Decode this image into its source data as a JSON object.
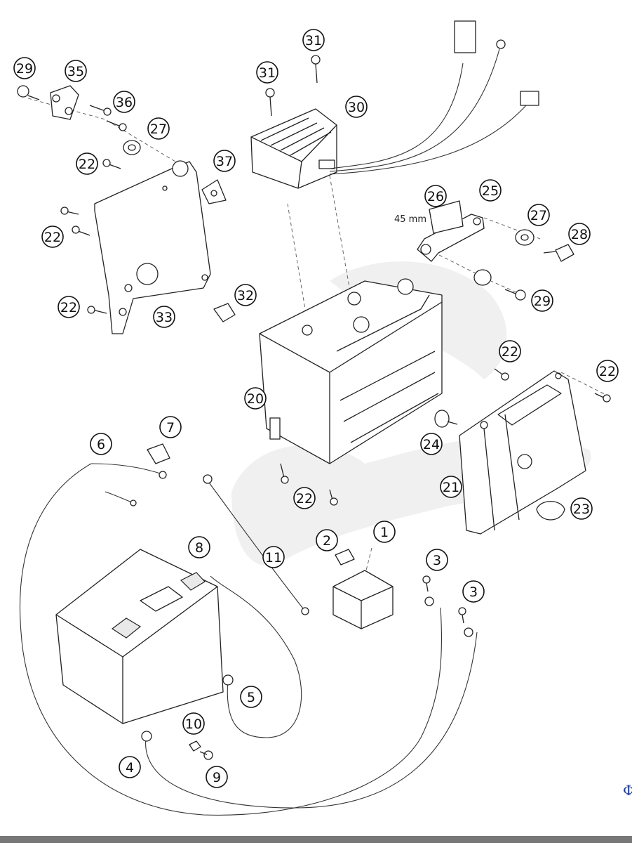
{
  "diagram": {
    "dimension_label": "45 mm",
    "corner_mark": "Φ",
    "callouts": [
      {
        "id": "c29a",
        "label": "29"
      },
      {
        "id": "c35",
        "label": "35"
      },
      {
        "id": "c36",
        "label": "36"
      },
      {
        "id": "c27a",
        "label": "27"
      },
      {
        "id": "c22a",
        "label": "22"
      },
      {
        "id": "c37",
        "label": "37"
      },
      {
        "id": "c22b",
        "label": "22"
      },
      {
        "id": "c22c",
        "label": "22"
      },
      {
        "id": "c33",
        "label": "33"
      },
      {
        "id": "c32",
        "label": "32"
      },
      {
        "id": "c31a",
        "label": "31"
      },
      {
        "id": "c31b",
        "label": "31"
      },
      {
        "id": "c30",
        "label": "30"
      },
      {
        "id": "c26",
        "label": "26"
      },
      {
        "id": "c25",
        "label": "25"
      },
      {
        "id": "c27b",
        "label": "27"
      },
      {
        "id": "c28",
        "label": "28"
      },
      {
        "id": "c29b",
        "label": "29"
      },
      {
        "id": "c22d",
        "label": "22"
      },
      {
        "id": "c22e",
        "label": "22"
      },
      {
        "id": "c20",
        "label": "20"
      },
      {
        "id": "c24",
        "label": "24"
      },
      {
        "id": "c21",
        "label": "21"
      },
      {
        "id": "c23",
        "label": "23"
      },
      {
        "id": "c7",
        "label": "7"
      },
      {
        "id": "c6",
        "label": "6"
      },
      {
        "id": "c22f",
        "label": "22"
      },
      {
        "id": "c2",
        "label": "2"
      },
      {
        "id": "c1",
        "label": "1"
      },
      {
        "id": "c11",
        "label": "11"
      },
      {
        "id": "c8",
        "label": "8"
      },
      {
        "id": "c3a",
        "label": "3"
      },
      {
        "id": "c3b",
        "label": "3"
      },
      {
        "id": "c5",
        "label": "5"
      },
      {
        "id": "c10",
        "label": "10"
      },
      {
        "id": "c4",
        "label": "4"
      },
      {
        "id": "c9",
        "label": "9"
      }
    ]
  }
}
